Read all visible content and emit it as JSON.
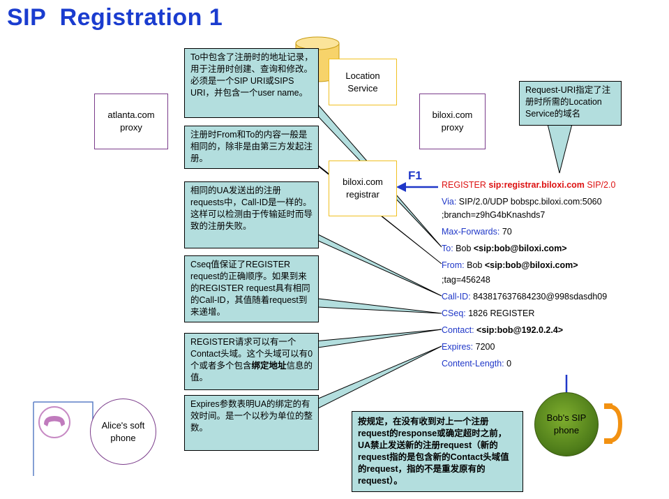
{
  "title": "SIP  Registration 1",
  "nodes": {
    "location_service": "Location Service",
    "atlanta_proxy": "atlanta.com proxy",
    "biloxi_proxy": "biloxi.com proxy",
    "biloxi_registrar": "biloxi.com registrar",
    "alice": "Alice's soft phone",
    "bob": "Bob's SIP phone"
  },
  "arrow_label": "F1",
  "message": {
    "request_line": {
      "method": "REGISTER ",
      "uri": "sip:registrar.biloxi.com",
      "version": " SIP/2.0"
    },
    "via": {
      "name": "Via:",
      "value": " SIP/2.0/UDP bobspc.biloxi.com:5060"
    },
    "via_branch": ";branch=z9hG4bKnashds7",
    "max_forwards": {
      "name": "Max-Forwards:",
      "value": " 70"
    },
    "to": {
      "name": "To:",
      "value": " Bob ",
      "uri": "<sip:bob@biloxi.com>"
    },
    "from": {
      "name": "From:",
      "value": " Bob ",
      "uri": "<sip:bob@biloxi.com>"
    },
    "from_tag": ";tag=456248",
    "call_id": {
      "name": "Call-ID:",
      "value": " 843817637684230@998sdasdh09"
    },
    "cseq": {
      "name": "CSeq:",
      "value": " 1826 REGISTER"
    },
    "contact": {
      "name": "Contact:",
      "value": " ",
      "uri": "<sip:bob@192.0.2.4>"
    },
    "expires": {
      "name": "Expires:",
      "value": " 7200"
    },
    "content_length": {
      "name": "Content-Length:",
      "value": " 0"
    }
  },
  "callouts": {
    "to": "To中包含了注册时的地址记录，用于注册时创建、查询和修改。必须是一个SIP URI或SIPS URI，并包含一个user name。",
    "from": "注册时From和To的内容一般是相同的，除非是由第三方发起注册。",
    "call_id": "相同的UA发送出的注册requests中，Call-ID是一样的。这样可以检测由于传输延时而导致的注册失败。",
    "cseq": "Cseq值保证了REGISTER request的正确顺序。如果到来的REGISTER request具有相同的Call-ID，其值随着request到来递增。",
    "contact_pre": "REGISTER请求可以有一个Contact头域。这个头域可以有0个或者多个包含",
    "contact_bold": "绑定地址",
    "contact_post": "信息的值。",
    "expires": "Expires参数表明UA的绑定的有效时间。是一个以秒为单位的整数。",
    "request_uri": "Request-URI指定了注册时所需的Location Service的域名",
    "rule": "按规定，在没有收到对上一个注册request的response或确定超时之前，UA禁止发送新的注册request（新的request指的是包含新的Contact头域值的request，指的不是重发原有的request）。"
  }
}
